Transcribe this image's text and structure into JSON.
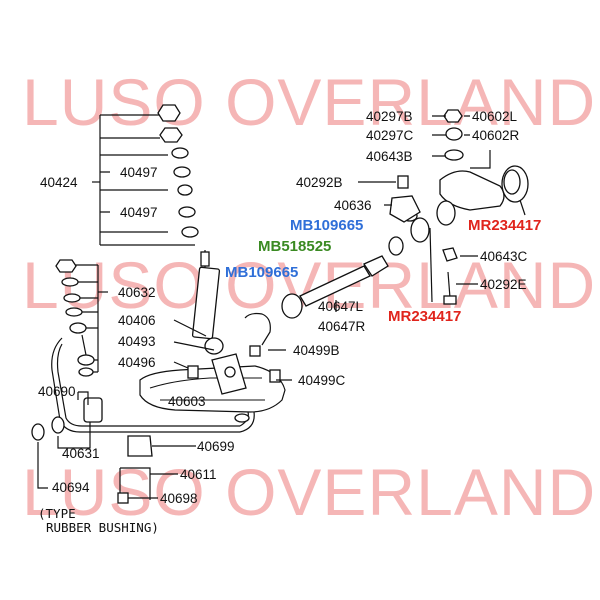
{
  "watermark": {
    "top": "LUSO OVERLAND",
    "middle": "LUSO OVERLAND",
    "bottom": "LUSO OVERLAND"
  },
  "parts": {
    "p40424": "40424",
    "p40497a": "40497",
    "p40497b": "40497",
    "p40632": "40632",
    "p40406": "40406",
    "p40493": "40493",
    "p40496": "40496",
    "p40499B": "40499B",
    "p40499C": "40499C",
    "p40603": "40603",
    "p40690": "40690",
    "p40631": "40631",
    "p40699": "40699",
    "p40611": "40611",
    "p40694": "40694",
    "p40698": "40698",
    "p40297B": "40297B",
    "p40297C": "40297C",
    "p40643B": "40643B",
    "p40602L": "40602L",
    "p40602R": "40602R",
    "p40292B": "40292B",
    "p40636": "40636",
    "p40643C": "40643C",
    "p40292E": "40292E",
    "p40647L": "40647L",
    "p40647R": "40647R"
  },
  "highlighted": {
    "mb109665_a": "MB109665",
    "mb518525": "MB518525",
    "mb109665_b": "MB109665",
    "mr234417_a": "MR234417",
    "mr234417_b": "MR234417"
  },
  "colors": {
    "blue": "#2f6fd8",
    "green": "#3a8a22",
    "red": "#e0241c",
    "watermark": "#f4aaaa"
  },
  "note": {
    "line1": "(TYPE",
    "line2": "RUBBER BUSHING)"
  }
}
